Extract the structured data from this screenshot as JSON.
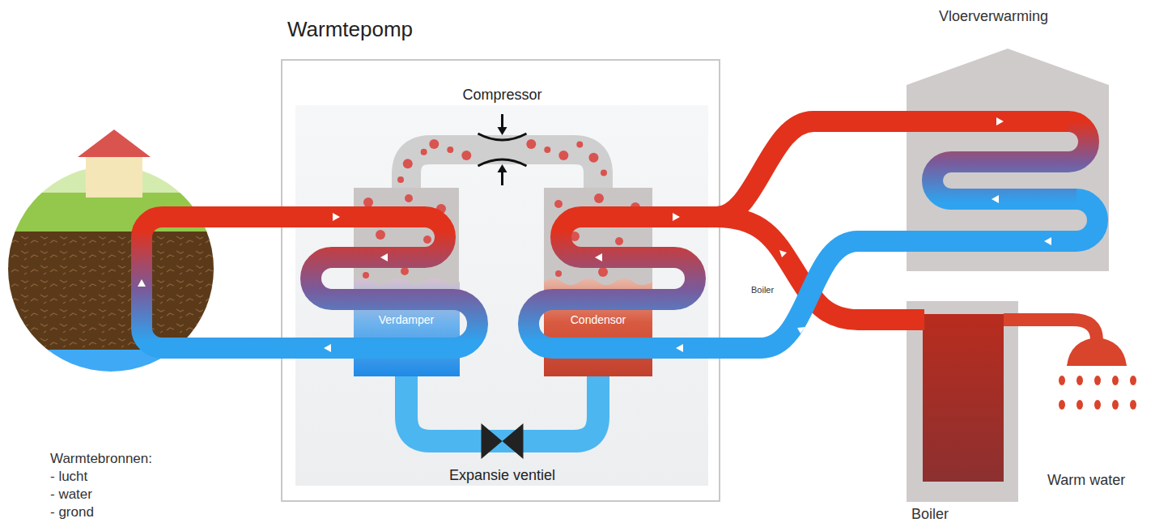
{
  "diagram": {
    "nodes": [
      {
        "text": [
          "Warmtepomp"
        ]
      },
      {
        "text": [
          "Verdamper"
        ],
        "in": 0
      },
      {
        "text": [
          "Condensor"
        ],
        "in": 0
      }
    ],
    "edges": [
      {
        "from": 1,
        "to": 2,
        "label": "Compressor",
        "arrow": "none"
      },
      {
        "from": 2,
        "to": 1,
        "label": "Expansie ventiel",
        "arrow": "none"
      }
    ],
    "labels": [
      "Vloerverwarming",
      "Boiler",
      "Boiler",
      "Warm water",
      "Warmtebronnen:",
      "- lucht",
      "- water",
      "- grond"
    ]
  }
}
